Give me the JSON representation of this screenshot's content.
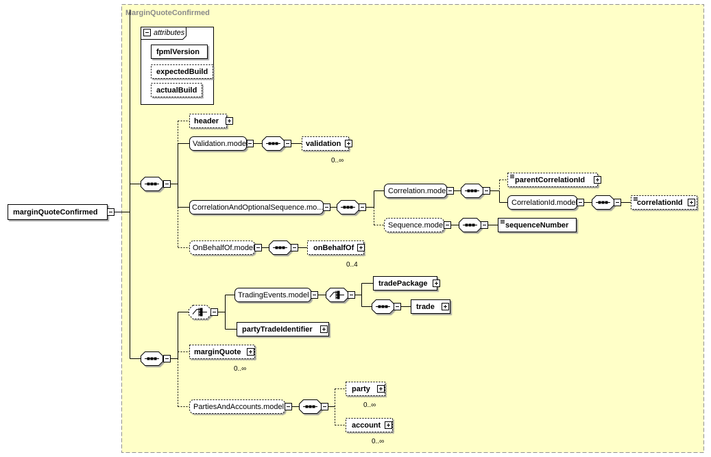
{
  "container": {
    "title": "MarginQuoteConfirmed"
  },
  "attributes": {
    "label": "attributes",
    "items": [
      "fpmlVersion",
      "expectedBuild",
      "actualBuild"
    ]
  },
  "root": "marginQuoteConfirmed",
  "elements": {
    "header": "header",
    "validation_model": "Validation.model",
    "validation": "validation",
    "validation_card": "0..∞",
    "correlation_seq_model": "CorrelationAndOptionalSequence.mo...",
    "correlation_model": "Correlation.model",
    "parent_correlation_id": "parentCorrelationId",
    "correlation_id_model": "CorrelationId.model",
    "correlation_id": "correlationId",
    "sequence_model": "Sequence.model",
    "sequence_number": "sequenceNumber",
    "on_behalf_of_model": "OnBehalfOf.model",
    "on_behalf_of": "onBehalfOf",
    "on_behalf_of_card": "0..4",
    "trading_events_model": "TradingEvents.model",
    "trade_package": "tradePackage",
    "trade": "trade",
    "party_trade_identifier": "partyTradeIdentifier",
    "margin_quote": "marginQuote",
    "margin_quote_card": "0..∞",
    "parties_accounts_model": "PartiesAndAccounts.model",
    "party": "party",
    "party_card": "0..∞",
    "account": "account",
    "account_card": "0..∞"
  },
  "colors": {
    "container_fill": "#ffffc8",
    "container_border": "#909090",
    "title": "#8a8a8a"
  }
}
